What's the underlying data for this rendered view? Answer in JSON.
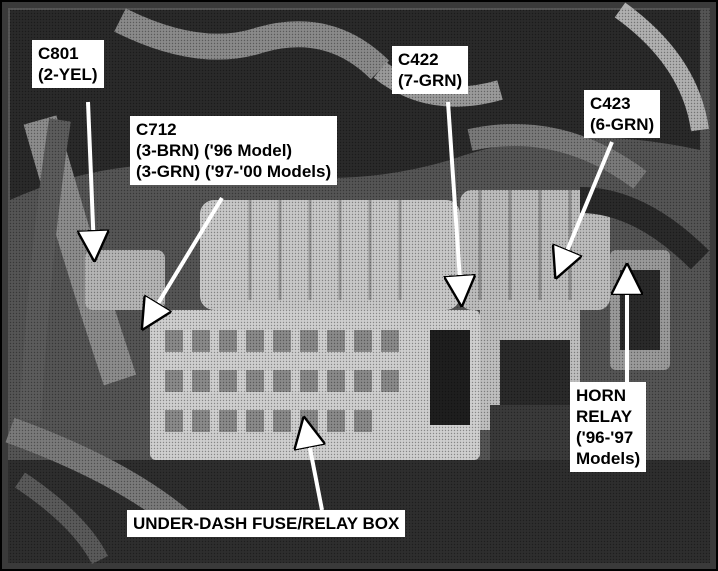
{
  "callouts": {
    "c801": {
      "line1": "C801",
      "line2": "(2-YEL)"
    },
    "c712": {
      "line1": "C712",
      "line2": "(3-BRN) ('96 Model)",
      "line3": "(3-GRN) ('97-'00 Models)"
    },
    "c422": {
      "line1": "C422",
      "line2": "(7-GRN)"
    },
    "c423": {
      "line1": "C423",
      "line2": "(6-GRN)"
    },
    "horn_relay": {
      "line1": "HORN",
      "line2": "RELAY",
      "line3": "('96-'97",
      "line4": "Models)"
    },
    "fuse_box": {
      "line1": "UNDER-DASH FUSE/RELAY BOX"
    }
  },
  "colors": {
    "photo_dark": "#1a1a1a",
    "photo_mid": "#6e6e6e",
    "photo_light": "#d6d6d6",
    "label_bg": "#ffffff",
    "arrow": "#ffffff"
  }
}
